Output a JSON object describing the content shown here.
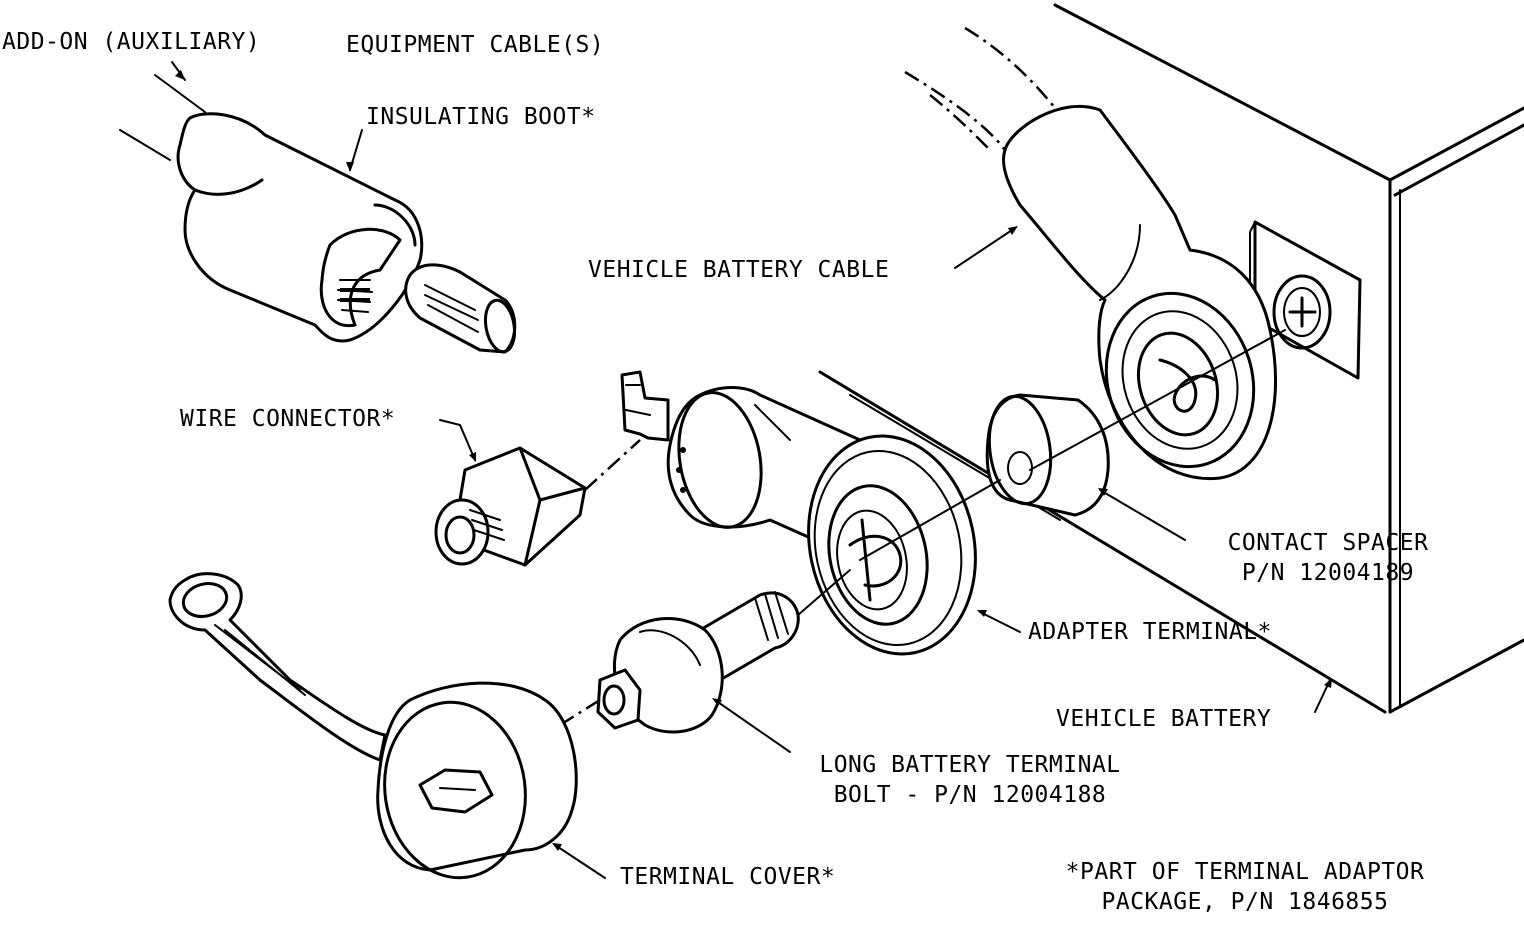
{
  "labels": {
    "add_on_auxiliary": "ADD-ON (AUXILIARY)",
    "equipment_cables": "EQUIPMENT CABLE(S)",
    "insulating_boot": "INSULATING BOOT*",
    "vehicle_battery_cable": "VEHICLE BATTERY CABLE",
    "wire_connector": "WIRE CONNECTOR*",
    "contact_spacer": "CONTACT SPACER",
    "contact_spacer_pn": "P/N 12004189",
    "adapter_terminal": "ADAPTER TERMINAL*",
    "vehicle_battery": "VEHICLE BATTERY",
    "long_terminal_bolt_line1": "LONG BATTERY TERMINAL",
    "long_terminal_bolt_line2": "BOLT - P/N 12004188",
    "terminal_cover": "TERMINAL COVER*",
    "footnote_line1": "*PART OF TERMINAL ADAPTOR",
    "footnote_line2": "PACKAGE, P/N 1846855"
  }
}
